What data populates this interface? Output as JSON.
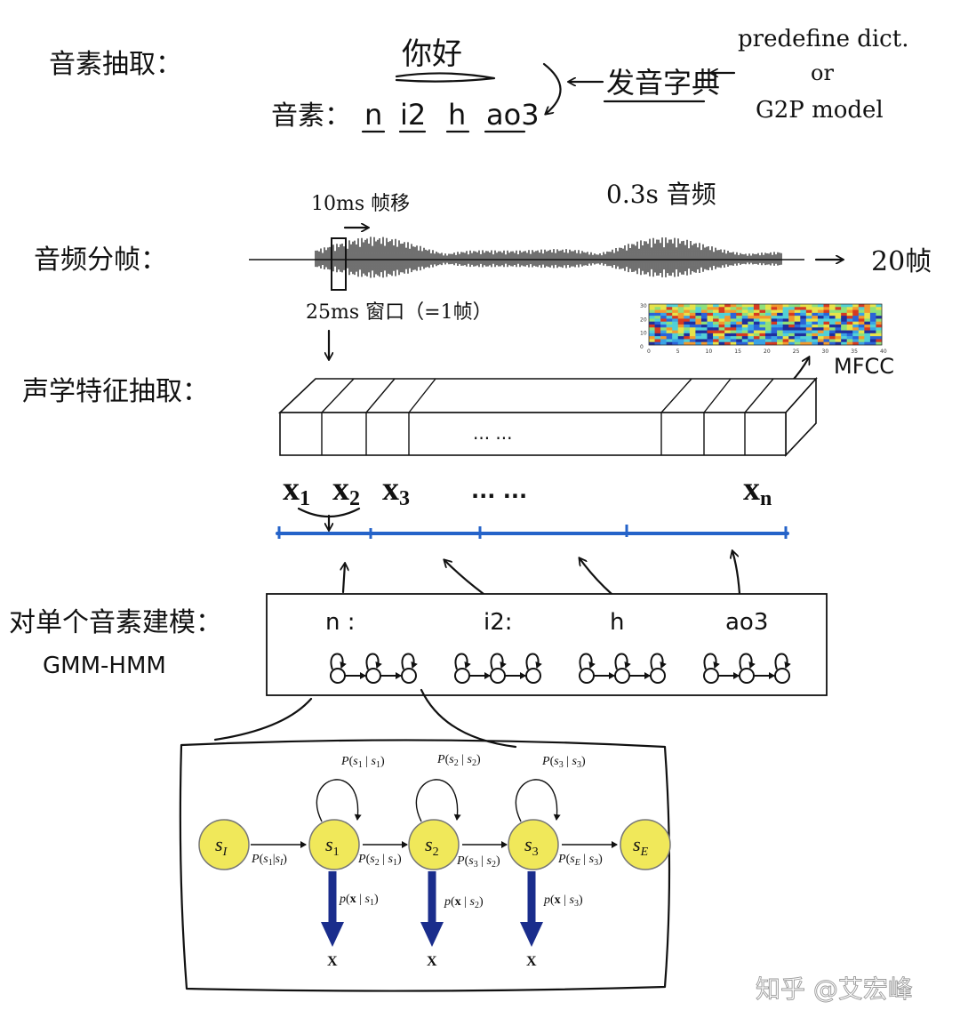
{
  "phoneme_extraction": {
    "label": "音素抽取：",
    "word": "你好",
    "phoneme_prefix": "音素：",
    "phonemes": [
      "n",
      "i2",
      "h",
      "ao3"
    ],
    "dictionary": "发音字典",
    "source_line1": "predefine dict.",
    "source_or": "or",
    "source_line2": "G2P model"
  },
  "framing": {
    "label": "音频分帧：",
    "shift": "10ms 帧移",
    "duration": "0.3s 音频",
    "result": "20帧",
    "window": "25ms 窗口（=1帧）"
  },
  "features": {
    "label": "声学特征抽取：",
    "dots": "... ...",
    "mfcc": "MFCC",
    "frames": [
      "x1",
      "x2",
      "x3",
      "... ...",
      "xn"
    ],
    "mfcc_y_ticks": [
      "30",
      "20",
      "10",
      "0"
    ],
    "mfcc_x_ticks": [
      "0",
      "5",
      "10",
      "15",
      "20",
      "25",
      "30",
      "35",
      "40"
    ]
  },
  "modeling": {
    "label": "对单个音素建模：",
    "method": "GMM-HMM",
    "units": [
      "n :",
      "i2:",
      "h",
      "ao3"
    ]
  },
  "hmm_detail": {
    "states": [
      "s_I",
      "s_1",
      "s_2",
      "s_3",
      "s_E"
    ],
    "self_loops": [
      "P(s1 | s1)",
      "P(s2 | s2)",
      "P(s3 | s3)"
    ],
    "transitions": [
      "P(s1|sI)",
      "P(s2 | s1)",
      "P(s3 | s2)",
      "P(sE | s3)"
    ],
    "emissions": [
      "p(x | s1)",
      "p(x | s2)",
      "p(x | s3)"
    ],
    "observation": "X",
    "state_color": "#f0e85a",
    "emission_color": "#1a2d8c",
    "timeline_color": "#2563c9"
  },
  "watermark": "知乎 @艾宏峰"
}
